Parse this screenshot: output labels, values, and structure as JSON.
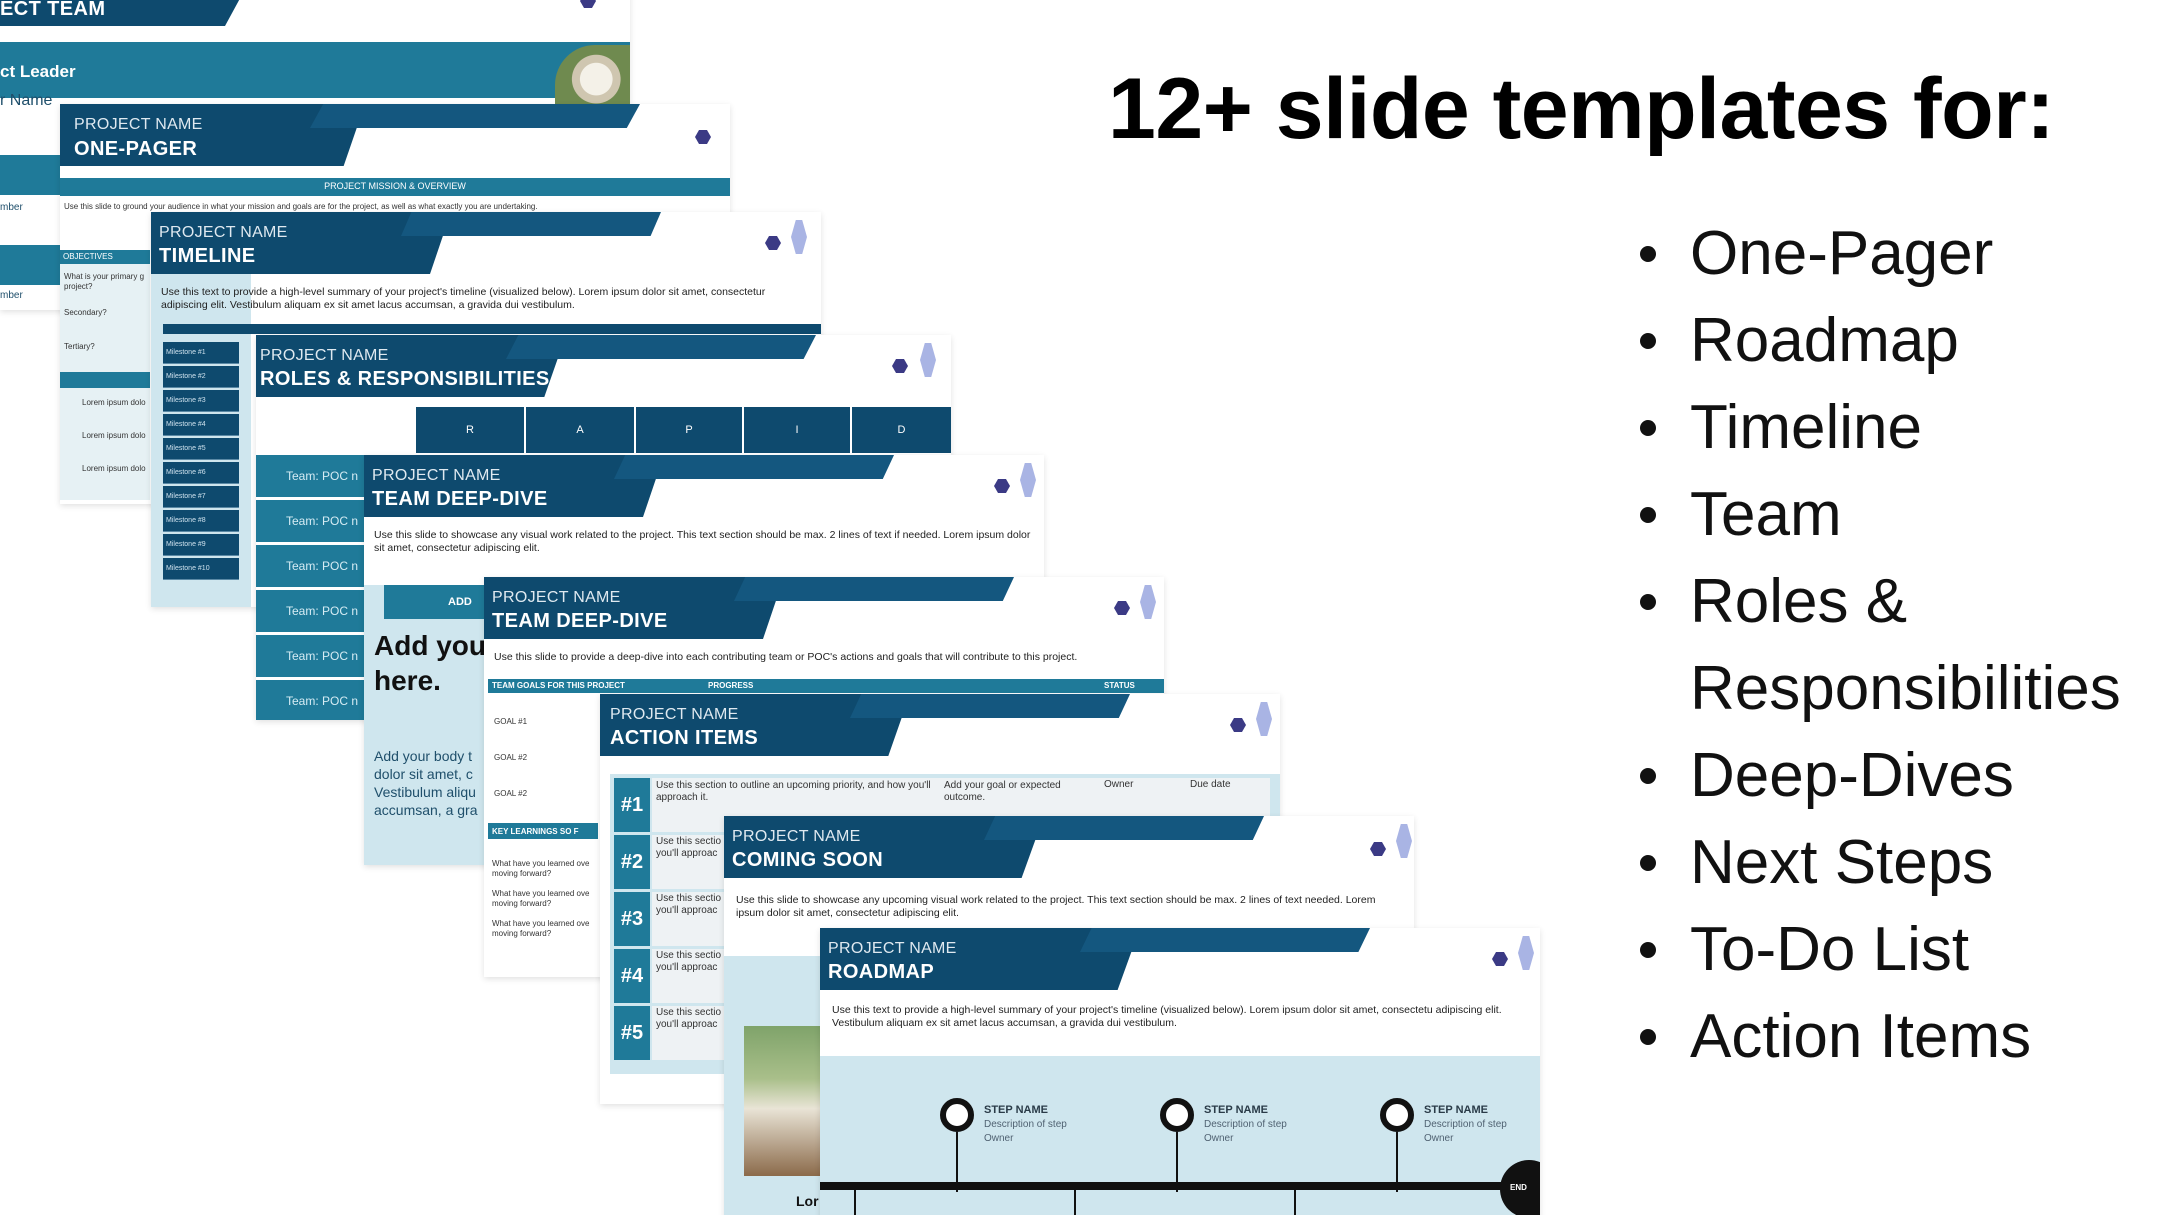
{
  "heading": "12+ slide templates for:",
  "template_list": [
    "One-Pager",
    "Roadmap",
    "Timeline",
    "Team",
    "Roles &",
    "Responsibilities",
    "Deep-Dives",
    "Next Steps",
    "To-Do List",
    "Action Items"
  ],
  "slides": {
    "team": {
      "title": "ECT TEAM",
      "leader": "ct Leader",
      "name": "r Name",
      "member1": "mber",
      "member2": "mber"
    },
    "one_pager": {
      "project_name": "PROJECT NAME",
      "title": "ONE-PAGER",
      "banner": "PROJECT MISSION & OVERVIEW",
      "intro": "Use this slide to ground your audience in what your mission and goals are for the project, as well as what exactly you are undertaking.",
      "objectives_label": "OBJECTIVES",
      "primary_q": "What is your primary g",
      "project_q": "project?",
      "secondary": "Secondary?",
      "tertiary": "Tertiary?",
      "bullets": [
        "Lorem ipsum dolo",
        "Lorem ipsum dolo",
        "Lorem ipsum dolo"
      ]
    },
    "timeline": {
      "project_name": "PROJECT NAME",
      "title": "TIMELINE",
      "body": "Use this text to provide a high-level summary of your project's timeline (visualized below). Lorem ipsum dolor sit amet, consectetur adipiscing elit. Vestibulum aliquam ex sit amet lacus accumsan, a gravida dui vestibulum.",
      "milestones": [
        "Milestone #1",
        "Milestone #2",
        "Milestone #3",
        "Milestone #4",
        "Milestone #5",
        "Milestone #6",
        "Milestone #7",
        "Milestone #8",
        "Milestone #9",
        "Milestone #10"
      ]
    },
    "roles": {
      "project_name": "PROJECT NAME",
      "title": "ROLES & RESPONSIBILITIES",
      "rapid": [
        "R",
        "A",
        "P",
        "I",
        "D"
      ],
      "team_rows": [
        "Team: POC n",
        "Team: POC n",
        "Team: POC n",
        "Team: POC n",
        "Team: POC n",
        "Team: POC n"
      ]
    },
    "deep_dive_1": {
      "project_name": "PROJECT NAME",
      "title": "TEAM DEEP-DIVE",
      "body": "Use this slide to showcase any visual work related to the project. This text section should be max. 2 lines of text if needed. Lorem ipsum dolor sit amet, consectetur adipiscing elit.",
      "add_label": "ADD",
      "big_text": "Add you",
      "big_text2": "here.",
      "para": [
        "Add your body t",
        "dolor sit amet, c",
        "Vestibulum aliqu",
        "accumsan, a gra"
      ]
    },
    "deep_dive_2": {
      "project_name": "PROJECT NAME",
      "title": "TEAM DEEP-DIVE",
      "body": "Use this slide to provide a deep-dive into each contributing team or POC's actions and goals that will contribute to this project.",
      "col1": "TEAM GOALS FOR THIS PROJECT",
      "col2": "PROGRESS",
      "col3": "STATUS",
      "goals": [
        "GOAL #1",
        "GOAL #2",
        "GOAL #2"
      ],
      "learnings": "KEY LEARNINGS SO F",
      "learn_q": [
        "What have you learned ove",
        "moving forward?",
        "What have you learned ove",
        "moving forward?",
        "What have you learned ove",
        "moving forward?"
      ]
    },
    "action_items": {
      "project_name": "PROJECT NAME",
      "title": "ACTION ITEMS",
      "row1_text": "Use this section to outline an upcoming priority, and how you'll approach it.",
      "row1_goal": "Add your goal or expected outcome.",
      "owner": "Owner",
      "due": "Due date",
      "numbers": [
        "#1",
        "#2",
        "#3",
        "#4",
        "#5"
      ],
      "row_text_a": "Use this sectio",
      "row_text_b": "you'll approac"
    },
    "coming_soon": {
      "project_name": "PROJECT NAME",
      "title": "COMING SOON",
      "body": "Use this slide to showcase any upcoming visual work related to the project. This text section should be max. 2 lines of text needed. Lorem ipsum dolor sit amet, consectetur adipiscing elit.",
      "caption": "Lor"
    },
    "roadmap": {
      "project_name": "PROJECT NAME",
      "title": "ROADMAP",
      "body": "Use this text to provide a high-level summary of your project's timeline (visualized below). Lorem ipsum dolor sit amet, consectetu adipiscing elit. Vestibulum aliquam ex sit amet lacus accumsan, a gravida dui vestibulum.",
      "steps": [
        {
          "name": "STEP NAME",
          "desc": "Description of step",
          "owner": "Owner"
        },
        {
          "name": "STEP NAME",
          "desc": "Description of step",
          "owner": "Owner"
        },
        {
          "name": "STEP NAME",
          "desc": "Description of step",
          "owner": "Owner"
        }
      ],
      "end": "END"
    }
  }
}
